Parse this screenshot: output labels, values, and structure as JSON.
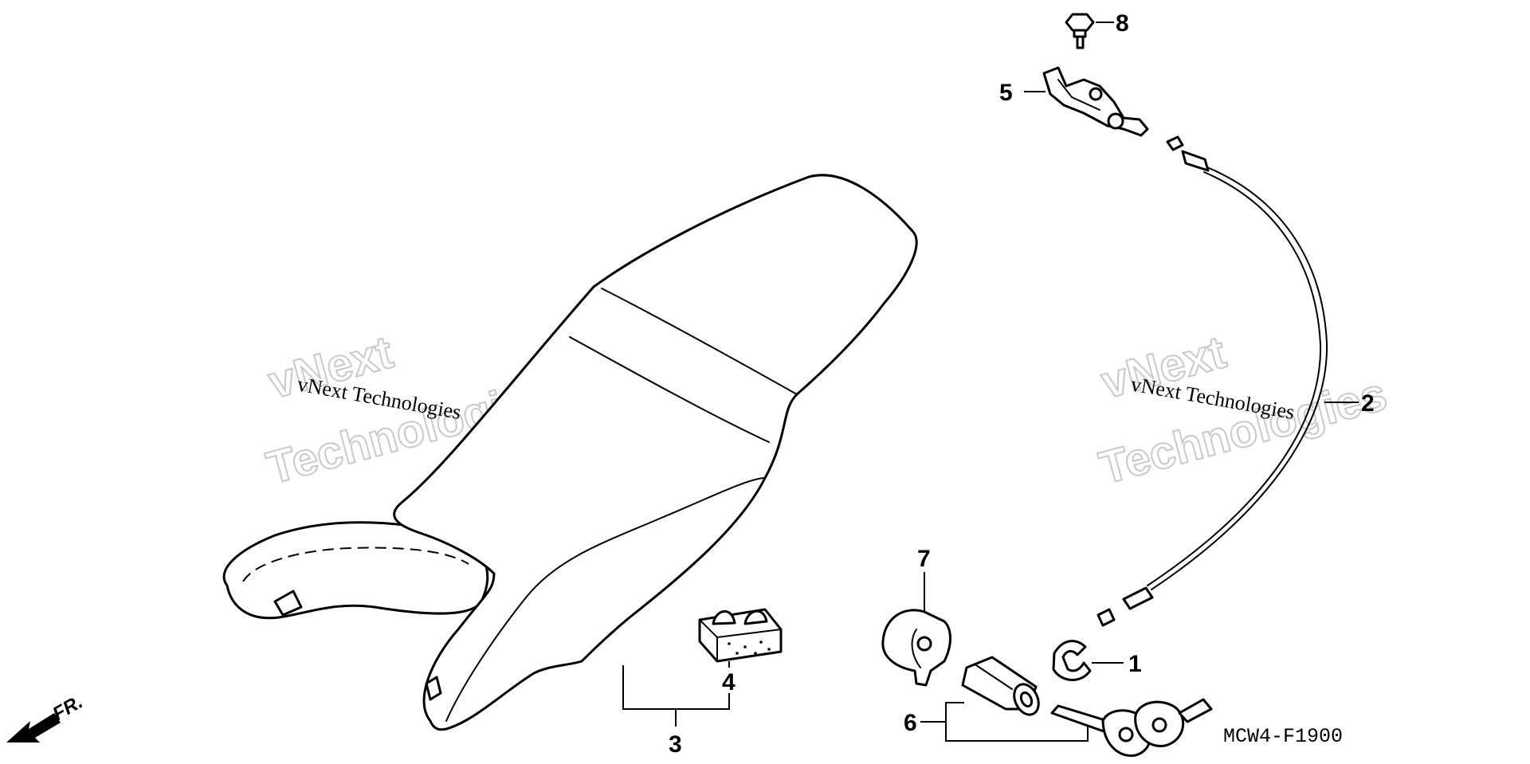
{
  "diagram": {
    "code": "MCW4-F1900",
    "front_mark": "FR.",
    "watermark": {
      "line_small": "vNext Technologies",
      "line_big_1": "vNext",
      "line_big_2": "Technologies"
    },
    "callouts": {
      "c1": "1",
      "c2": "2",
      "c3": "3",
      "c4": "4",
      "c5": "5",
      "c6": "6",
      "c7": "7",
      "c8": "8"
    }
  }
}
